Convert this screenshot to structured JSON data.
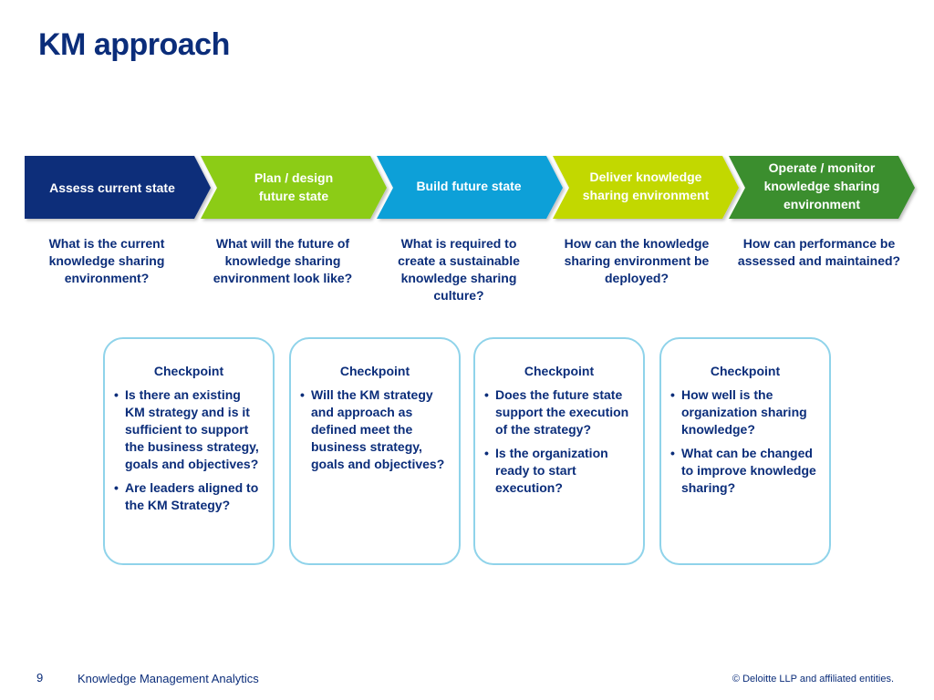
{
  "title": "KM approach",
  "phases": [
    {
      "label": "Assess current state",
      "color": "#0b2d7a",
      "question": "What is the current knowledge sharing environment?"
    },
    {
      "label": "Plan / design future state",
      "color": "#8ccc14",
      "question": "What will the future of knowledge sharing environment look like?"
    },
    {
      "label": "Build future state",
      "color": "#0fa0d8",
      "question": "What is required to create a sustainable knowledge sharing culture?"
    },
    {
      "label": "Deliver knowledge sharing environment",
      "color": "#c2d800",
      "question": "How can the knowledge sharing environment be deployed?"
    },
    {
      "label": "Operate / monitor knowledge sharing environment",
      "color": "#3a8e2d",
      "question": "How can performance be assessed and maintained?"
    }
  ],
  "checkpoints": [
    {
      "title": "Checkpoint",
      "items": [
        "Is there an existing KM strategy and is it sufficient to support the business strategy, goals and objectives?",
        "Are leaders aligned to the KM Strategy?"
      ]
    },
    {
      "title": "Checkpoint",
      "items": [
        "Will the KM strategy and approach as defined meet the business strategy, goals and objectives?"
      ]
    },
    {
      "title": "Checkpoint",
      "items": [
        "Does the future state support the execution of the strategy?",
        "Is the organization ready to start execution?"
      ]
    },
    {
      "title": "Checkpoint",
      "items": [
        "How well is the organization sharing knowledge?",
        "What can be changed to improve knowledge sharing?"
      ]
    }
  ],
  "footer": {
    "page_number": "9",
    "left_text": "Knowledge Management Analytics",
    "right_text": "© Deloitte LLP and affiliated entities."
  }
}
